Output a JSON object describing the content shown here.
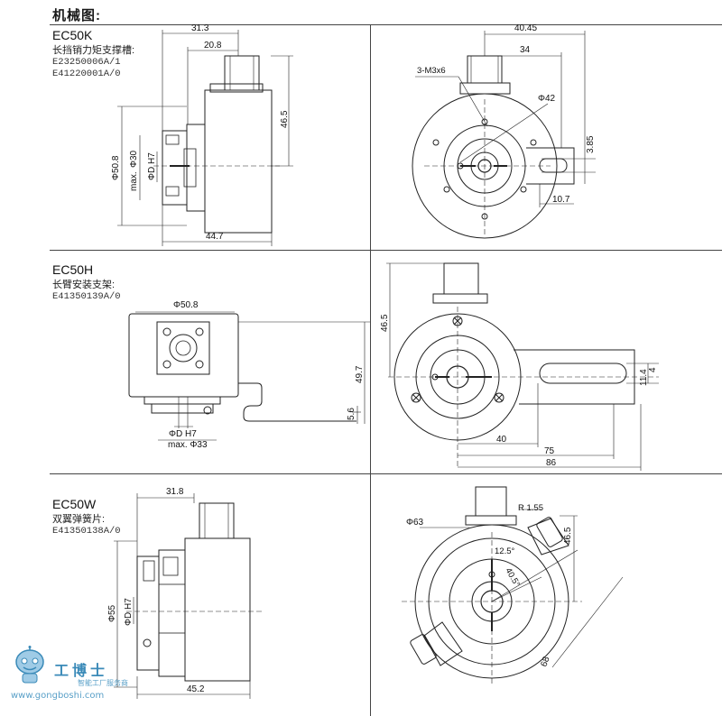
{
  "title": "机械图:",
  "sections": [
    {
      "model": "EC50K",
      "desc": "长挡销力矩支撑槽:",
      "parts": [
        "E23250006A/1",
        "E41220001A/0"
      ],
      "dims": {
        "d1": "31.3",
        "d2": "20.8",
        "d3": "46.5",
        "d4": "Φ50.8",
        "d5": "Φ30",
        "d6": "max.",
        "d7": "ΦD H7",
        "d8": "44.7",
        "r1": "40.45",
        "r2": "34",
        "r3": "3-M3x6",
        "r4": "Φ42",
        "r5": "3.85",
        "r6": "10.7"
      }
    },
    {
      "model": "EC50H",
      "desc": "长臂安装支架:",
      "parts": [
        "E41350139A/0"
      ],
      "dims": {
        "d1": "Φ50.8",
        "d2": "49.7",
        "d3": "5.6",
        "d4": "ΦD H7",
        "d5": "max. Φ33",
        "r1": "46.5",
        "r2": "11.4",
        "r3": "4",
        "r4": "40",
        "r5": "75",
        "r6": "86"
      }
    },
    {
      "model": "EC50W",
      "desc": "双翼弹簧片:",
      "parts": [
        "E41350138A/0"
      ],
      "dims": {
        "d1": "31.8",
        "d2": "Φ55",
        "d3": "ΦD H7",
        "d4": "45.2",
        "r1": "R 1.55",
        "r2": "Φ63",
        "r3": "46.5",
        "r4": "12.5°",
        "r5": "40.5°",
        "r6": "68"
      }
    }
  ],
  "watermark": {
    "name": "工博士",
    "sub": "智能工厂服务商",
    "url": "www.gongboshi.com"
  },
  "colors": {
    "line": "#222222",
    "accent": "#3a8ab8"
  }
}
